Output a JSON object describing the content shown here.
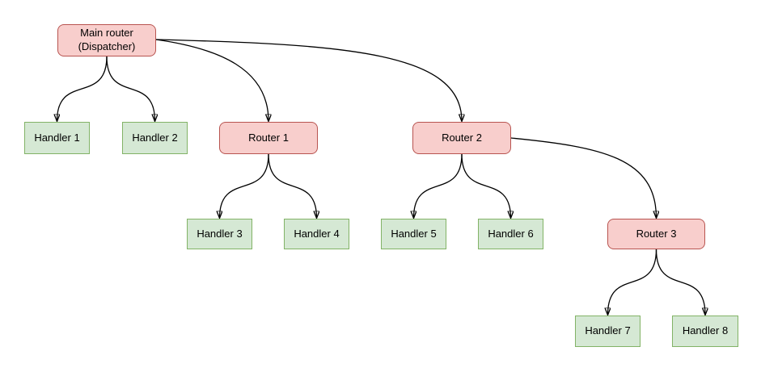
{
  "diagram": {
    "colors": {
      "router_fill": "#f8cecc",
      "router_stroke": "#b85450",
      "handler_fill": "#d5e8d4",
      "handler_stroke": "#82b366",
      "edge_stroke": "#000000",
      "background": "#ffffff"
    },
    "nodes": [
      {
        "id": "main-router",
        "type": "router",
        "label": "Main router\n(Dispatcher)"
      },
      {
        "id": "handler-1",
        "type": "handler",
        "label": "Handler 1"
      },
      {
        "id": "handler-2",
        "type": "handler",
        "label": "Handler 2"
      },
      {
        "id": "router-1",
        "type": "router",
        "label": "Router 1"
      },
      {
        "id": "router-2",
        "type": "router",
        "label": "Router 2"
      },
      {
        "id": "handler-3",
        "type": "handler",
        "label": "Handler 3"
      },
      {
        "id": "handler-4",
        "type": "handler",
        "label": "Handler 4"
      },
      {
        "id": "handler-5",
        "type": "handler",
        "label": "Handler 5"
      },
      {
        "id": "handler-6",
        "type": "handler",
        "label": "Handler 6"
      },
      {
        "id": "router-3",
        "type": "router",
        "label": "Router 3"
      },
      {
        "id": "handler-7",
        "type": "handler",
        "label": "Handler 7"
      },
      {
        "id": "handler-8",
        "type": "handler",
        "label": "Handler 8"
      }
    ],
    "edges": [
      {
        "from": "main-router",
        "to": "handler-1"
      },
      {
        "from": "main-router",
        "to": "handler-2"
      },
      {
        "from": "main-router",
        "to": "router-1"
      },
      {
        "from": "main-router",
        "to": "router-2"
      },
      {
        "from": "router-1",
        "to": "handler-3"
      },
      {
        "from": "router-1",
        "to": "handler-4"
      },
      {
        "from": "router-2",
        "to": "handler-5"
      },
      {
        "from": "router-2",
        "to": "handler-6"
      },
      {
        "from": "router-2",
        "to": "router-3"
      },
      {
        "from": "router-3",
        "to": "handler-7"
      },
      {
        "from": "router-3",
        "to": "handler-8"
      }
    ]
  }
}
